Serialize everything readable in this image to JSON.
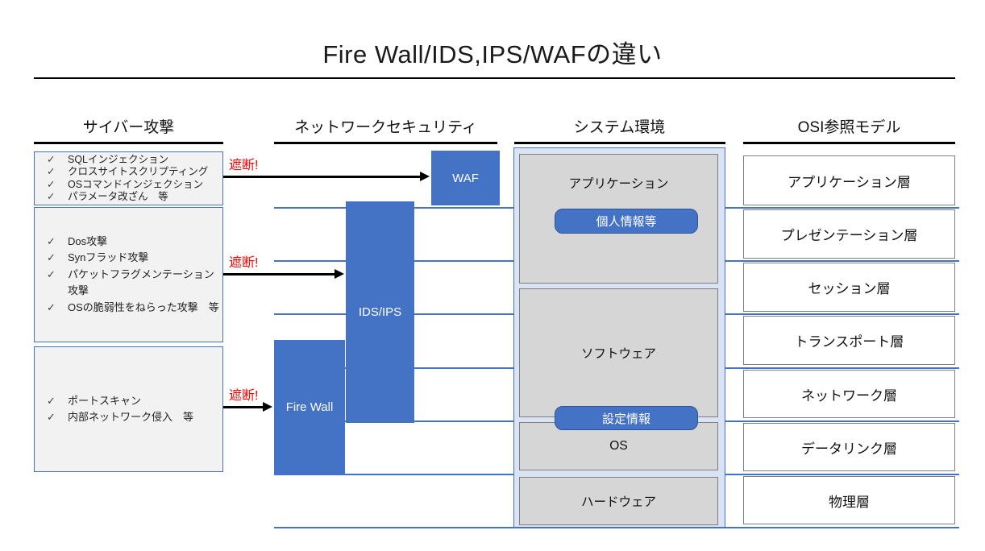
{
  "title": "Fire Wall/IDS,IPS/WAFの違い",
  "check_glyph": "✓",
  "headers": {
    "attacks": "サイバー攻撃",
    "network_security": "ネットワークセキュリティ",
    "system_env": "システム環境",
    "osi_model": "OSI参照モデル"
  },
  "attack_groups": [
    {
      "block_label": "遮断!",
      "items": [
        "SQLインジェクション",
        "クロスサイトスクリプティング",
        "OSコマンドインジェクション",
        "パラメータ改ざん　等"
      ]
    },
    {
      "block_label": "遮断!",
      "items": [
        "Dos攻撃",
        "Synフラッド攻撃",
        "パケットフラグメンテーション攻撃",
        "OSの脆弱性をねらった攻撃　等"
      ]
    },
    {
      "block_label": "遮断!",
      "items": [
        "ポートスキャン",
        "内部ネットワーク侵入　等"
      ]
    }
  ],
  "devices": {
    "waf": "WAF",
    "ids_ips": "IDS/IPS",
    "firewall": "Fire Wall"
  },
  "system_env": {
    "application": "アプリケーション",
    "personal_info": "個人情報等",
    "software": "ソフトウェア",
    "config_info": "設定情報",
    "os": "OS",
    "hardware": "ハードウェア"
  },
  "osi_layers": [
    "アプリケーション層",
    "プレゼンテーション層",
    "セッション層",
    "トランスポート層",
    "ネットワーク層",
    "データリンク層",
    "物理層"
  ],
  "colors": {
    "device_blue": "#4472C4",
    "container_fill": "#DAE3F3",
    "gray_box_fill": "#D6D6D6",
    "attack_box_fill": "#F2F2F2",
    "block_red": "#FF0000",
    "line_blue": "#4472C4",
    "border_gray": "#808080"
  }
}
